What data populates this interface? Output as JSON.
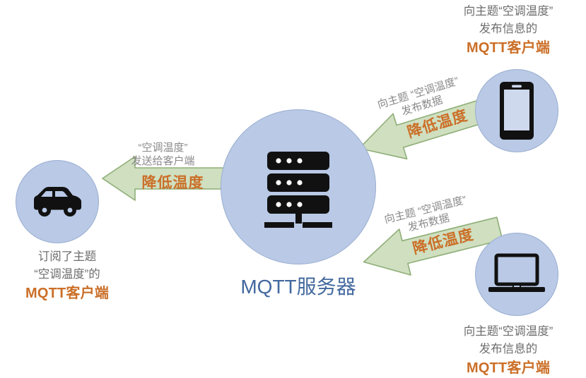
{
  "diagram": {
    "title": "MQTT 发布/订阅示意图",
    "colors": {
      "circle_fill": "#b9c9e6",
      "circle_stroke": "#9aaed0",
      "arrow_fill": "#cfdfc0",
      "arrow_stroke": "#8fae77",
      "accent_orange": "#cb6f28",
      "server_label_blue": "#42689e",
      "caption_gray": "#6d6d6d",
      "icon_black": "#111111",
      "background": "#ffffff"
    }
  },
  "server": {
    "label": "MQTT服务器",
    "icon": "server-icon"
  },
  "clients": [
    {
      "id": "phone",
      "icon": "smartphone-icon",
      "caption_line1": "向主题“空调温度”",
      "caption_line2": "发布信息的",
      "caption_mqtt": "MQTT客户端"
    },
    {
      "id": "laptop",
      "icon": "laptop-icon",
      "caption_line1": "向主题“空调温度”",
      "caption_line2": "发布信息的",
      "caption_mqtt": "MQTT客户端"
    },
    {
      "id": "car",
      "icon": "car-icon",
      "caption_line1": "订阅了主题",
      "caption_line2": "“空调温度”的",
      "caption_mqtt": "MQTT客户端"
    }
  ],
  "arrows": [
    {
      "id": "publish-from-phone",
      "direction": "right-to-left",
      "top_line1": "向主题 “空调温度”",
      "top_line2": "发布数据",
      "payload": "降低温度"
    },
    {
      "id": "publish-from-laptop",
      "direction": "right-to-left",
      "top_line1": "向主题 “空调温度”",
      "top_line2": "发布数据",
      "payload": "降低温度"
    },
    {
      "id": "deliver-to-car",
      "direction": "right-to-left",
      "top_line1": "“空调温度”",
      "top_line2": "发送给客户端",
      "payload": "降低温度"
    }
  ]
}
